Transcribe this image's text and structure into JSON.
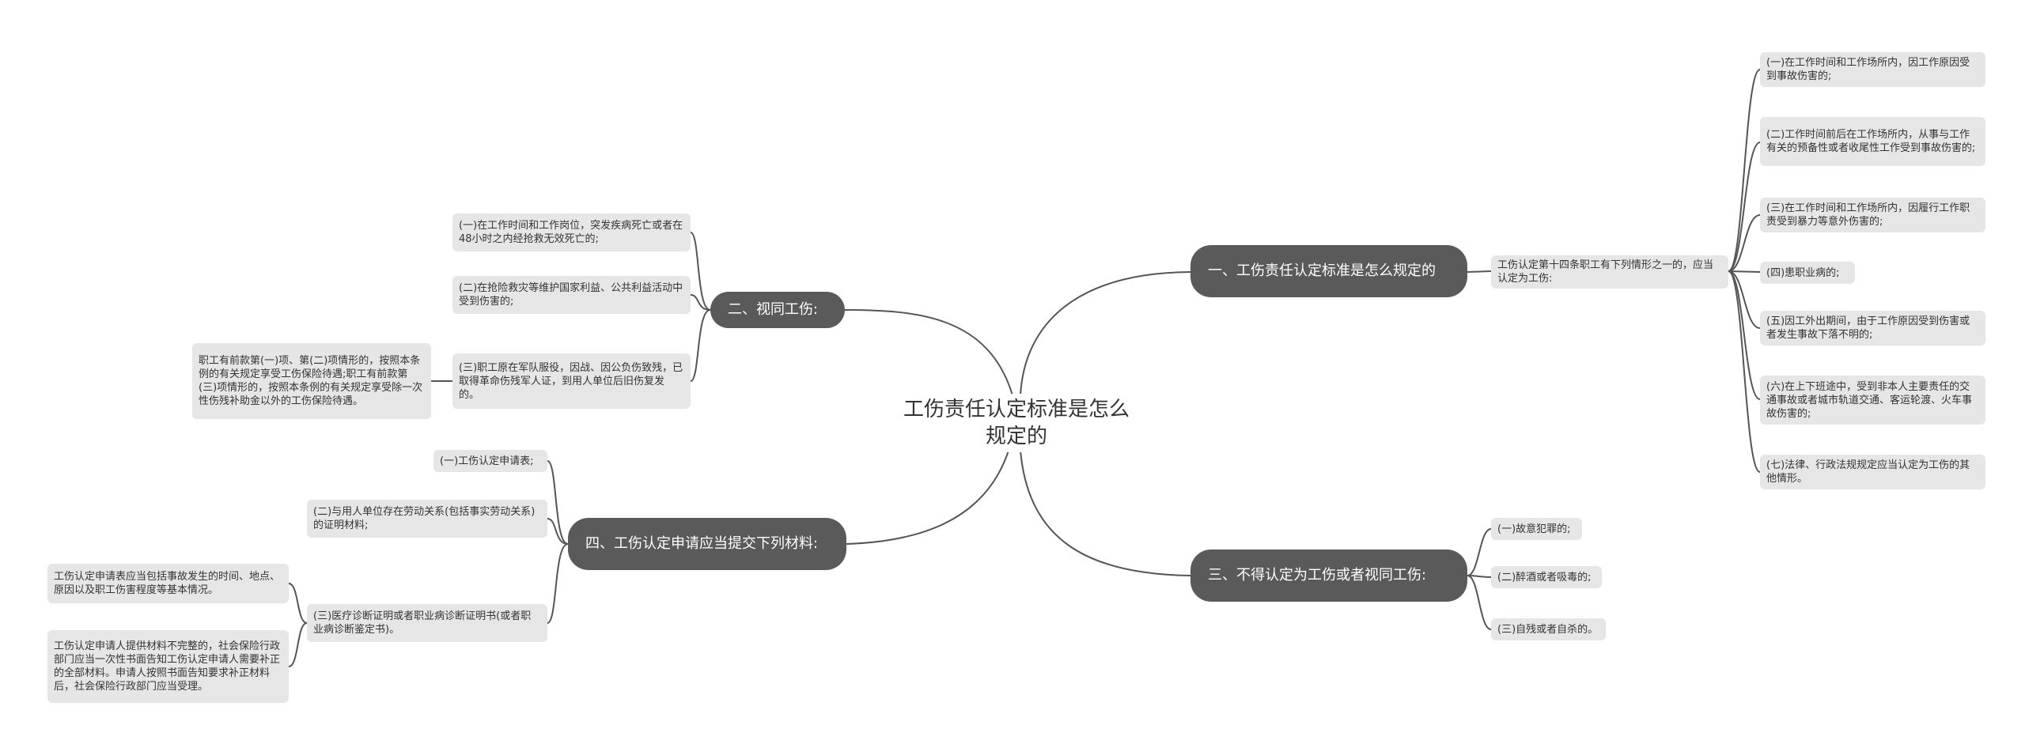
{
  "root": "工伤责任认定标准是怎么规定的",
  "branches": {
    "b1": "一、工伤责任认定标准是怎么规定的",
    "b2": "二、视同工伤:",
    "b3": "三、不得认定为工伤或者视同工伤:",
    "b4": "四、工伤认定申请应当提交下列材料:"
  },
  "b1": {
    "intro": "工伤认定第十四条职工有下列情形之一的，应当认定为工伤:",
    "items": [
      "(一)在工作时间和工作场所内，因工作原因受到事故伤害的;",
      "(二)工作时间前后在工作场所内，从事与工作有关的预备性或者收尾性工作受到事故伤害的;",
      "(三)在工作时间和工作场所内，因履行工作职责受到暴力等意外伤害的;",
      "(四)患职业病的;",
      "(五)因工外出期间，由于工作原因受到伤害或者发生事故下落不明的;",
      "(六)在上下班途中，受到非本人主要责任的交通事故或者城市轨道交通、客运轮渡、火车事故伤害的;",
      "(七)法律、行政法规规定应当认定为工伤的其他情形。"
    ]
  },
  "b2": {
    "items": [
      "(一)在工作时间和工作岗位，突发疾病死亡或者在48小时之内经抢救无效死亡的;",
      "(二)在抢险救灾等维护国家利益、公共利益活动中受到伤害的;",
      "(三)职工原在军队服役，因战、因公负伤致残，已取得革命伤残军人证，到用人单位后旧伤复发的。"
    ],
    "note": "职工有前款第(一)项、第(二)项情形的，按照本条例的有关规定享受工伤保险待遇;职工有前款第(三)项情形的，按照本条例的有关规定享受除一次性伤残补助金以外的工伤保险待遇。"
  },
  "b3": {
    "items": [
      "(一)故意犯罪的;",
      "(二)醉酒或者吸毒的;",
      "(三)自残或者自杀的。"
    ]
  },
  "b4": {
    "items": [
      "(一)工伤认定申请表;",
      "(二)与用人单位存在劳动关系(包括事实劳动关系)的证明材料;",
      "(三)医疗诊断证明或者职业病诊断证明书(或者职业病诊断鉴定书)。"
    ],
    "notes": [
      "工伤认定申请表应当包括事故发生的时间、地点、原因以及职工伤害程度等基本情况。",
      "工伤认定申请人提供材料不完整的，社会保险行政部门应当一次性书面告知工伤认定申请人需要补正的全部材料。申请人按照书面告知要求补正材料后，社会保险行政部门应当受理。"
    ]
  }
}
